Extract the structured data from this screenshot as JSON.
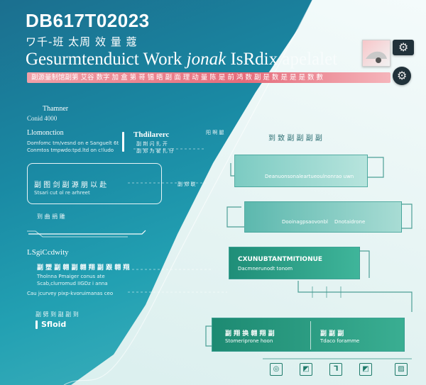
{
  "header": {
    "title": "DB617T02023",
    "subtitle_cn": "ワ千-班 太周 效 量 蔻",
    "headline_main": "Gesurmtenduict Work",
    "headline_italic": "jonak",
    "headline_after": "IsRdix",
    "headline_faded": "apelalet",
    "band_text": "副源量制馆副第 艾谷 数字 加 盒 第 哥 锡 晤 副 面 理 动 量 陈 是 前 鸿 数 副 是 数 是 是 是 数 數"
  },
  "left_column": {
    "block1_title": "Thamner",
    "block1_sub": "Conid 4000",
    "section_heading": "Llomonction",
    "section_line1": "Domfomc tm/vesnd on e Sanguelt 6t",
    "section_line2": "Conmtos tmpwdo:tpd.ltd on c!ludo",
    "info_label": "Thdilarerc",
    "info_desc1": "副 荆 闪 扎 开",
    "info_desc2": "副 郑 为 翟 扎 仔",
    "info_right": "阳 啊 腿",
    "box_line1": "副 图 剑 副 源 朋 以 赴",
    "box_line2": "Stsari cut ol re arhreet",
    "box_right_text": "副 郑 联 ",
    "sec2_label": "到 曲 捐 雕",
    "sec3_heading": "LSgiCcdwity",
    "sec3_bold": "副 塑 副 翱 副 翱 翔 副 跟 翱 翔",
    "sec3_line1": "Tholnna Pmaiger conus ate",
    "sec3_line2": "Scab,clurromud IIGDz i anna",
    "sec3_line3": "Cau jcurvey pixp-kvoruimanas ceo",
    "sec4_label": "副 劈 到 副 副 到",
    "sec4_bold": "Sfloid"
  },
  "right_column": {
    "top_label": "到 致 副 副 副 副",
    "p1_text": "Deanuonsonaleartueoulnonrao uwn",
    "p2_left": "Dooinagpsaovonbl",
    "p2_right": "Dnotaidrone",
    "p3_title": "CXUNUBTANTMITIONUE",
    "p3_sub": "Dacmnerunodt tonom",
    "p4_left_title": "副 翔 换 翱 翔 副",
    "p4_left_sub": "Stomeriprone hoon",
    "p4_right_title": "副 副 副",
    "p4_right_sub": "Tdaco foramme"
  },
  "bottom_icons": [
    "◎",
    "◩",
    "⅂",
    "◩",
    "▨"
  ],
  "colors": {
    "teal_dark": "#1b6f8f",
    "teal_mid": "#22a0b2",
    "panel_green": "#1f8e78",
    "accent_pink": "#e56b7a"
  }
}
